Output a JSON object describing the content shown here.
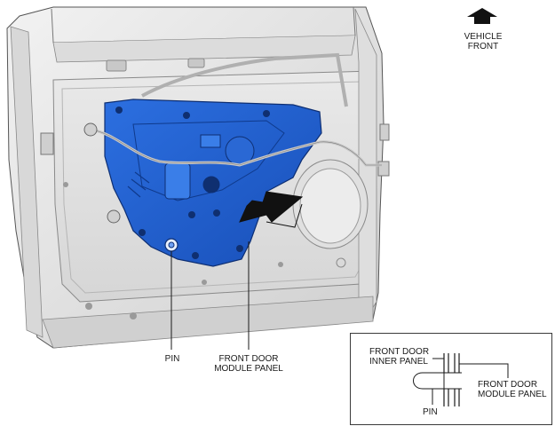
{
  "orientation": {
    "arrow_icon": "up-arrow-icon",
    "line1": "VEHICLE",
    "line2": "FRONT"
  },
  "callouts": {
    "pin": "PIN",
    "module_line1": "FRONT DOOR",
    "module_line2": "MODULE PANEL"
  },
  "detail": {
    "inner_line1": "FRONT DOOR",
    "inner_line2": "INNER PANEL",
    "pin": "PIN",
    "module_line1": "FRONT DOOR",
    "module_line2": "MODULE PANEL"
  },
  "colors": {
    "module_panel": "#1f5fd0",
    "door_frame": "#e6e6e6",
    "outline": "#3a3a3a"
  }
}
